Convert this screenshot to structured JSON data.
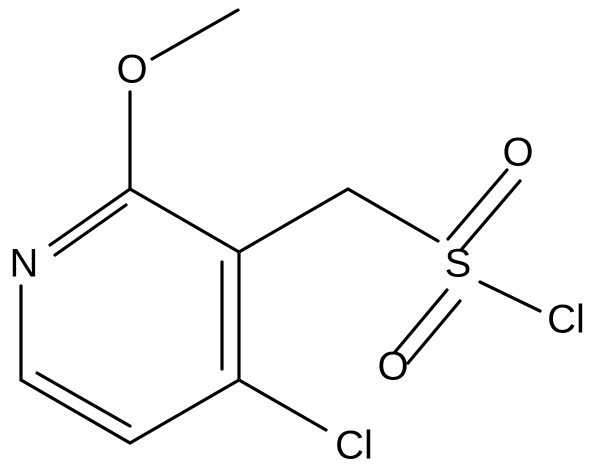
{
  "atoms": {
    "n1": "N",
    "o_methoxy": "O",
    "cl_ring": "Cl",
    "s": "S",
    "o_top": "O",
    "o_bottom": "O",
    "cl_sulfonyl": "Cl"
  },
  "colors": {
    "bond": "#000000",
    "label": "#000000",
    "background": "#ffffff"
  }
}
